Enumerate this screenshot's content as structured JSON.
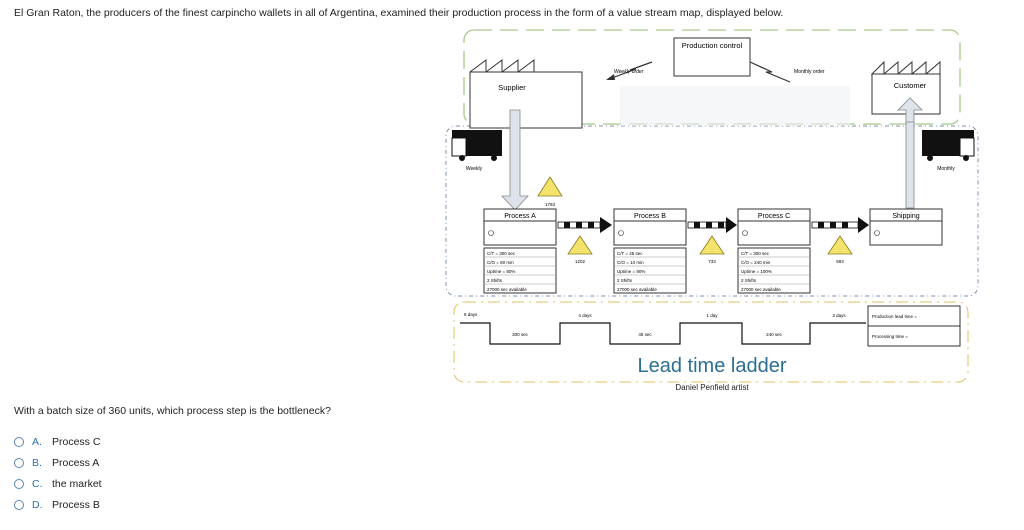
{
  "intro_text": "El Gran Raton, the producers of the finest carpincho wallets in all of Argentina, examined their production process in the form of a value stream map, displayed below.",
  "vsm": {
    "production_control": "Production control",
    "supplier": "Supplier",
    "customer": "Customer",
    "weekly_order": "Weekly order",
    "monthly_order": "Monthly order",
    "weekly": "Weekly",
    "monthly": "Monthly",
    "inventory_top": "1783",
    "processes": [
      {
        "name": "Process A",
        "lines": [
          "C/T = 300 sec",
          "C/O = 60 min",
          "Uptime = 80%",
          "2 Shifts",
          "27000 sec available"
        ]
      },
      {
        "name": "Process B",
        "lines": [
          "C/T = 45 sec",
          "C/O = 10 min",
          "Uptime = 90%",
          "2 Shifts",
          "27000 sec available"
        ]
      },
      {
        "name": "Process C",
        "lines": [
          "C/T = 300 sec",
          "C/O = 240 min",
          "Uptime = 100%",
          "2 Shifts",
          "27000 sec available"
        ]
      },
      {
        "name": "Shipping",
        "lines": []
      }
    ],
    "inventories": [
      "1202",
      "733",
      "593"
    ],
    "ladder_days": [
      "6 days",
      "4 days",
      "1 day",
      "3 days"
    ],
    "ladder_secs": [
      "300 sec",
      "45 sec",
      "240 sec"
    ],
    "production_lead_time": "Production lead time =",
    "processing_time": "Processing time =",
    "ladder_title": "Lead time ladder",
    "artist": "Daniel Penfield artist"
  },
  "question": "With a batch size of 360 units, which process step is the bottleneck?",
  "options": [
    {
      "letter": "A.",
      "text": "Process C"
    },
    {
      "letter": "B.",
      "text": "Process A"
    },
    {
      "letter": "C.",
      "text": "the market"
    },
    {
      "letter": "D.",
      "text": "Process B"
    }
  ]
}
